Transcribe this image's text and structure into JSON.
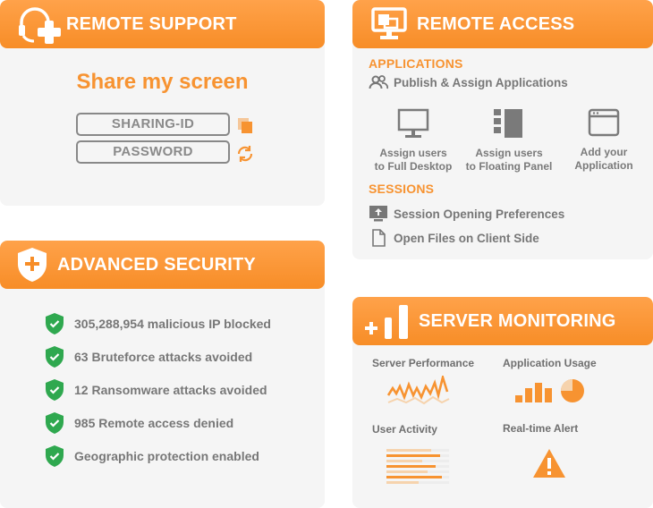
{
  "remote_support": {
    "title": "REMOTE SUPPORT",
    "share_title": "Share my screen",
    "sharing_id_label": "SHARING-ID",
    "password_label": "PASSWORD"
  },
  "remote_access": {
    "title": "REMOTE ACCESS",
    "applications_label": "APPLICATIONS",
    "publish_assign": "Publish & Assign Applications",
    "options": [
      {
        "line1": "Assign users",
        "line2": "to Full Desktop",
        "icon": "monitor-icon"
      },
      {
        "line1": "Assign users",
        "line2": "to Floating Panel",
        "icon": "floating-panel-icon"
      },
      {
        "line1": "Add your",
        "line2": "Application",
        "icon": "app-window-icon"
      }
    ],
    "sessions_label": "SESSIONS",
    "session_opening": "Session Opening Preferences",
    "open_files": "Open Files on Client Side"
  },
  "advanced_security": {
    "title": "ADVANCED SECURITY",
    "items": [
      "305,288,954 malicious IP blocked",
      "63 Bruteforce attacks avoided",
      "12 Ransomware attacks avoided",
      "985 Remote access denied",
      "Geographic protection enabled"
    ]
  },
  "server_monitoring": {
    "title": "SERVER MONITORING",
    "server_performance": "Server Performance",
    "application_usage": "Application Usage",
    "user_activity": "User Activity",
    "realtime_alert": "Real-time Alert"
  },
  "colors": {
    "accent": "#f79331",
    "header_top": "#ffa24a",
    "header_bottom": "#f78d27",
    "shield_green": "#2fa84f",
    "card_bg": "#f5f5f5",
    "text_gray": "#777777"
  }
}
